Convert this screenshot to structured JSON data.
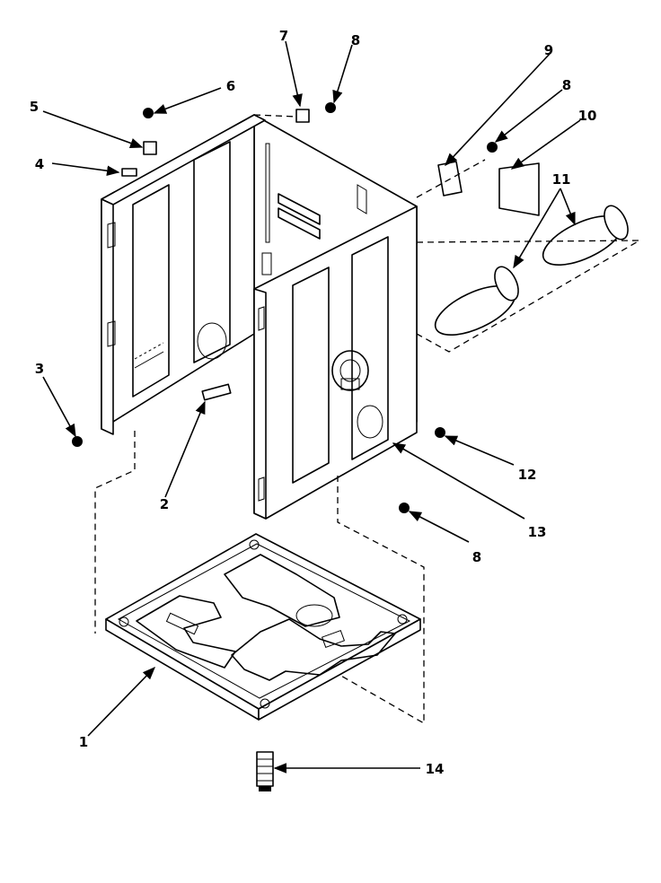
{
  "callouts": {
    "c1": "1",
    "c2": "2",
    "c3": "3",
    "c4": "4",
    "c5": "5",
    "c6": "6",
    "c7": "7",
    "c8a": "8",
    "c8b": "8",
    "c8c": "8",
    "c9": "9",
    "c10": "10",
    "c11": "11",
    "c12": "12",
    "c13": "13",
    "c14": "14"
  }
}
